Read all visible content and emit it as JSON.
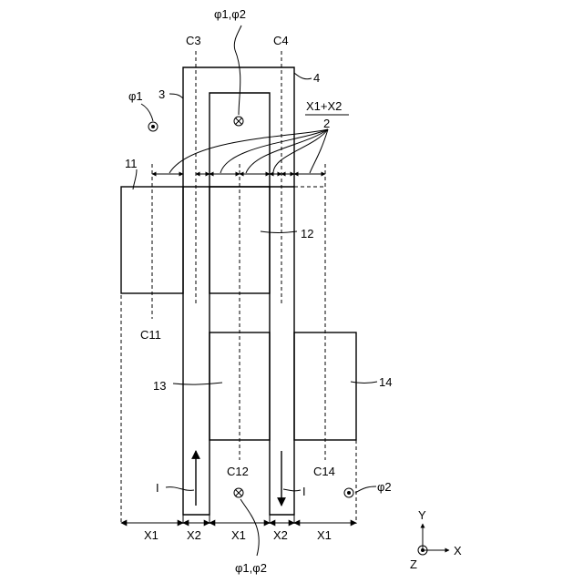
{
  "labels": {
    "phi12_top": "φ1,φ2",
    "phi12_bottom": "φ1,φ2",
    "phi1": "φ1",
    "phi2": "φ2",
    "c3": "C3",
    "c4": "C4",
    "c11": "C11",
    "c12": "C12",
    "c14": "C14",
    "n3": "3",
    "n4": "4",
    "n11": "11",
    "n12": "12",
    "n13": "13",
    "n14": "14",
    "frac_num": "X1+X2",
    "frac_den": "2",
    "current_left": "I",
    "current_right": "I"
  },
  "dims": [
    "X1",
    "X2",
    "X1",
    "X2",
    "X1"
  ],
  "axes": {
    "y": "Y",
    "x": "X",
    "z": "Z"
  }
}
